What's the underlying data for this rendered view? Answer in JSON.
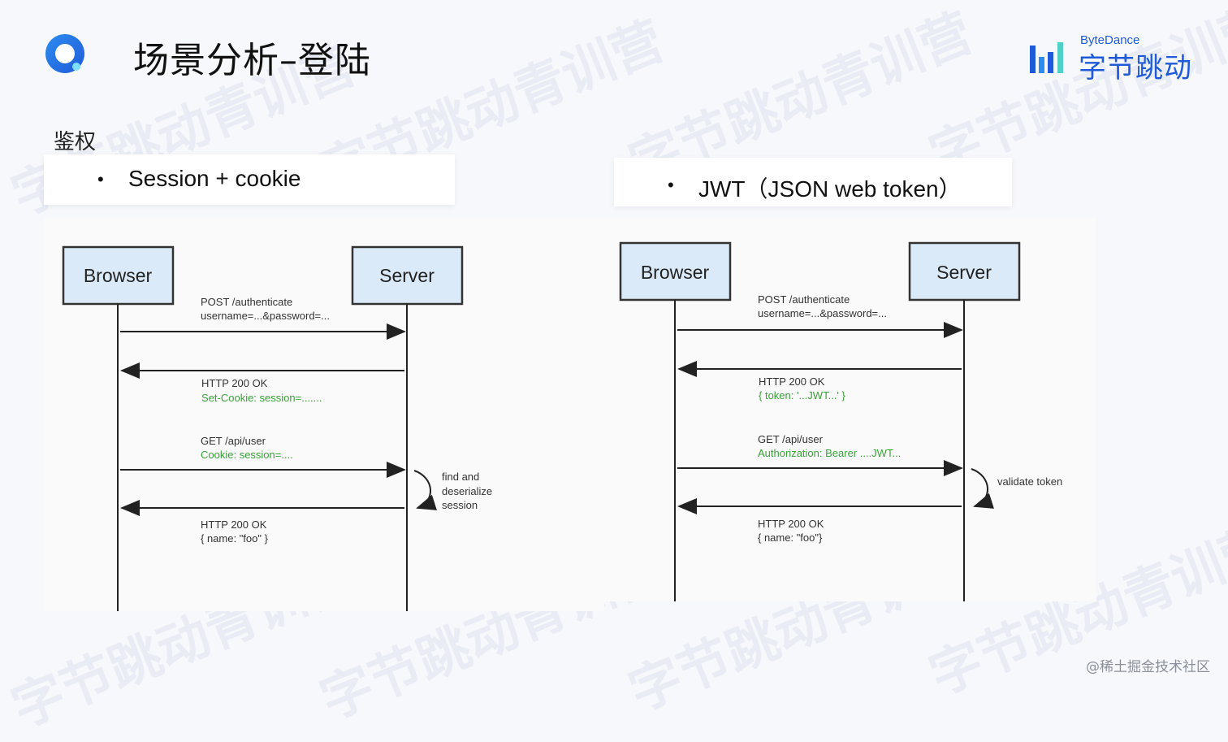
{
  "slide": {
    "title": "场景分析–登陆",
    "section_label": "鉴权",
    "brand_en": "ByteDance",
    "brand_cn": "字节跳动",
    "footer": "@稀土掘金技术社区",
    "watermark_text": "字节跳动青训营"
  },
  "bullets": {
    "left": {
      "marker": "•",
      "text": "Session + cookie"
    },
    "right": {
      "marker": "•",
      "text": "JWT（JSON web token）"
    }
  },
  "diagrams": {
    "left": {
      "browser": "Browser",
      "server": "Server",
      "msg1_line1": "POST /authenticate",
      "msg1_line2": "username=...&password=...",
      "msg2_line1": "HTTP 200 OK",
      "msg2_line2": "Set-Cookie: session=.......",
      "msg3_line1": "GET /api/user",
      "msg3_line2": "Cookie: session=....",
      "self_line1": "find and",
      "self_line2": "deserialize",
      "self_line3": "session",
      "msg4_line1": "HTTP 200 OK",
      "msg4_line2": "{ name: \"foo\" }"
    },
    "right": {
      "browser": "Browser",
      "server": "Server",
      "msg1_line1": "POST /authenticate",
      "msg1_line2": "username=...&password=...",
      "msg2_line1": "HTTP 200 OK",
      "msg2_line2": "{ token: '...JWT...' }",
      "msg3_line1": "GET /api/user",
      "msg3_line2": "Authorization: Bearer ....JWT...",
      "self_line1": "validate token",
      "msg4_line1": "HTTP 200 OK",
      "msg4_line2": "{ name: \"foo\"}"
    }
  },
  "colors": {
    "actor_fill": "#dbeaf8",
    "green_text": "#3aa13a",
    "brand_blue": "#1f5bd8"
  }
}
